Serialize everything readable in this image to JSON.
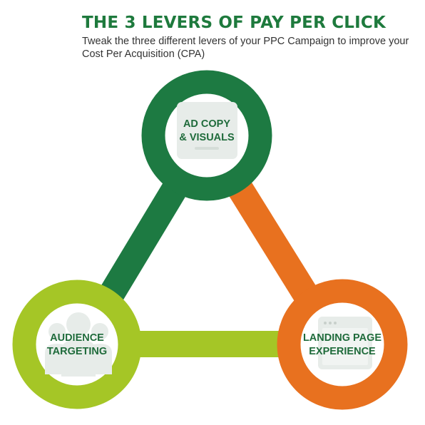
{
  "header": {
    "title": "THE 3 LEVERS OF PAY PER CLICK",
    "subtitle": "Tweak the three different levers of your PPC Campaign to improve your Cost Per Acquisition (CPA)"
  },
  "colors": {
    "title_green": "#1e7a3d",
    "dark_green": "#1d7a42",
    "light_green": "#a5c626",
    "orange": "#e8711f",
    "label_green": "#1f6b3b",
    "icon_gray": "#e7ece9"
  },
  "nodes": {
    "ad_copy": {
      "line1": "AD COPY",
      "line2": "& VISUALS",
      "icon": "document-icon"
    },
    "audience": {
      "line1": "AUDIENCE",
      "line2": "TARGETING",
      "icon": "people-group-icon"
    },
    "landing": {
      "line1": "LANDING PAGE",
      "line2": "EXPERIENCE",
      "icon": "browser-window-icon"
    }
  }
}
